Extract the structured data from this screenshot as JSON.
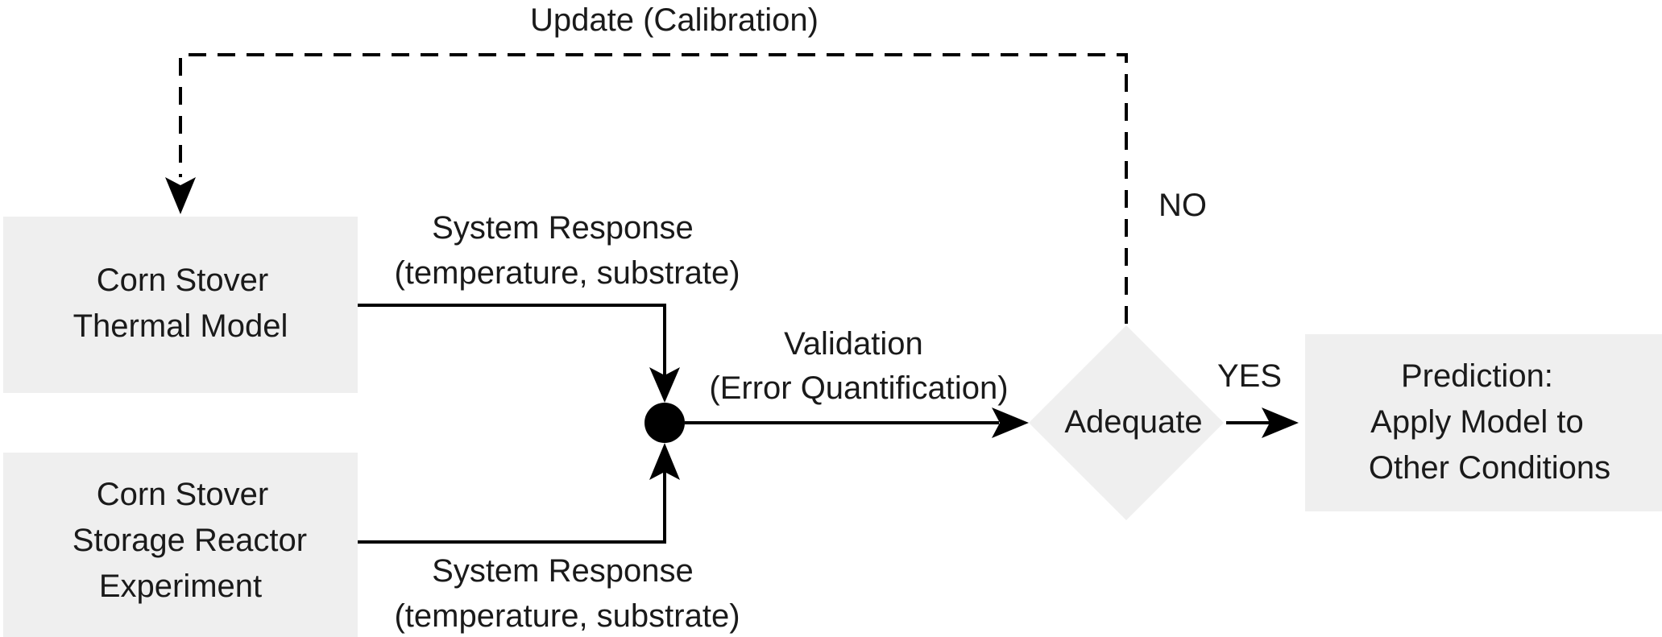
{
  "nodes": {
    "model": {
      "lines": [
        "Corn Stover",
        "Thermal Model"
      ]
    },
    "experiment": {
      "lines": [
        "Corn Stover",
        "Storage Reactor",
        "Experiment"
      ]
    },
    "decision": {
      "label": "Adequate"
    },
    "prediction": {
      "lines": [
        "Prediction:",
        "Apply Model to",
        "Other Conditions"
      ]
    }
  },
  "edges": {
    "update": {
      "label": "Update (Calibration)"
    },
    "no": {
      "label": "NO"
    },
    "yes": {
      "label": "YES"
    },
    "model_response": {
      "lines": [
        "System Response",
        "(temperature, substrate)"
      ]
    },
    "experiment_response": {
      "lines": [
        "System Response",
        "(temperature, substrate)"
      ]
    },
    "validation": {
      "lines": [
        "Validation",
        "(Error Quantification)"
      ]
    }
  },
  "colors": {
    "box_fill": "#efefef",
    "line": "#000000",
    "text": "#1a1a1a"
  }
}
